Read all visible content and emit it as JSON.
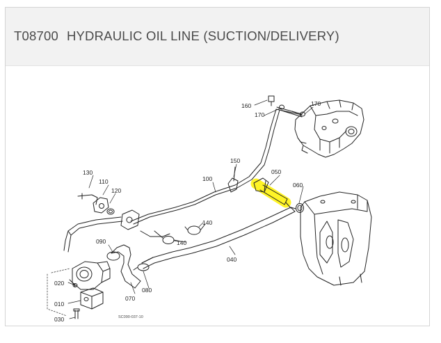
{
  "header": {
    "code": "T08700",
    "title": "HYDRAULIC OIL LINE (SUCTION/DELIVERY)"
  },
  "diagram": {
    "highlight_color": "#fff200",
    "line_color": "#222222",
    "drawing_code": "SC090-037-10",
    "callouts": {
      "c160": "160",
      "c170a": "170",
      "c170b": "170",
      "c150": "150",
      "c050": "050",
      "c060": "060",
      "c100": "100",
      "c130": "130",
      "c110": "110",
      "c120": "120",
      "c140a": "140",
      "c140b": "140",
      "c090": "090",
      "c040": "040",
      "c020": "020",
      "c070": "070",
      "c080": "080",
      "c010": "010",
      "c030": "030"
    }
  }
}
